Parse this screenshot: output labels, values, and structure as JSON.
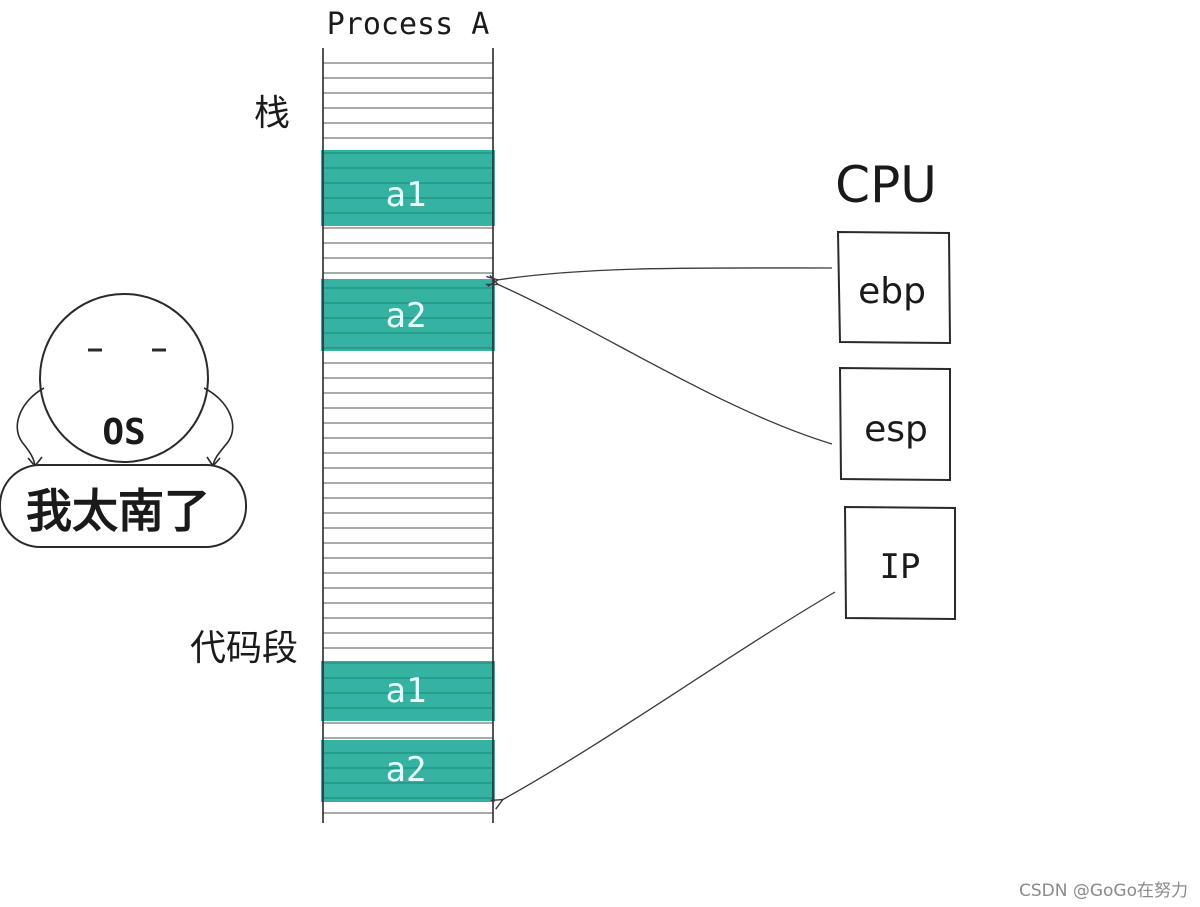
{
  "process": {
    "title": "Process A",
    "section_stack": "栈",
    "section_code": "代码段",
    "stack_frames": [
      "a1",
      "a2"
    ],
    "code_blocks": [
      "a1",
      "a2"
    ]
  },
  "cpu": {
    "title": "CPU",
    "registers": [
      "ebp",
      "esp",
      "IP"
    ]
  },
  "os_character": {
    "name": "OS",
    "speech": "我太南了"
  },
  "watermark": "CSDN @GoGo在努力",
  "colors": {
    "frame_fill": "#35b2a1",
    "frame_line": "#1f8f80",
    "frame_text": "#e9fbf8",
    "stroke": "#2a2a2a",
    "grid_line": "#555555",
    "arrow": "#3a3a3a",
    "watermark": "#8a8a8a"
  }
}
